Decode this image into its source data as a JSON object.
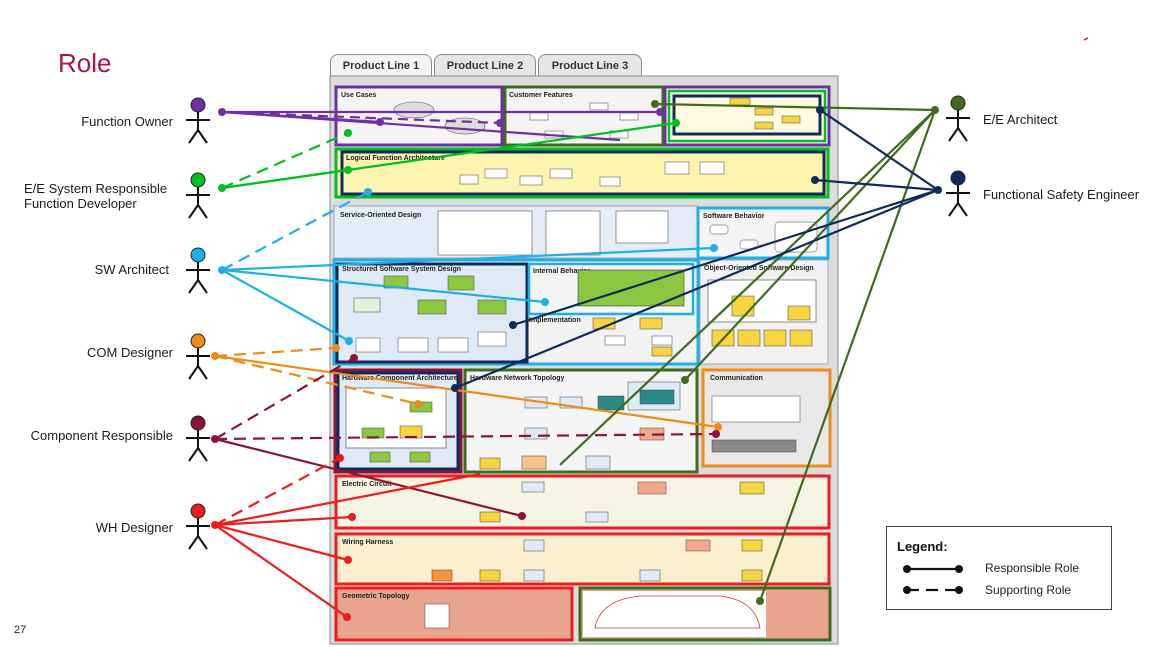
{
  "slide": {
    "title": "Role",
    "page_number": "27"
  },
  "tabs": [
    {
      "label": "Product Line 1",
      "active": true
    },
    {
      "label": "Product Line 2",
      "active": false
    },
    {
      "label": "Product Line 3",
      "active": false
    }
  ],
  "roles_left": [
    {
      "label": "Function Owner",
      "color": "#7030a0"
    },
    {
      "label": "E/E System Responsible\nFunction Developer",
      "color": "#00c020"
    },
    {
      "label": "SW Architect",
      "color": "#1eaee8"
    },
    {
      "label": "COM Designer",
      "color": "#f08a1a"
    },
    {
      "label": "Component Responsible",
      "color": "#8b1538"
    },
    {
      "label": "WH Designer",
      "color": "#ee1c1c"
    }
  ],
  "roles_right": [
    {
      "label": "E/E Architect",
      "color": "#3f6b1e"
    },
    {
      "label": "Functional Safety Engineer",
      "color": "#0f2b5b"
    }
  ],
  "views": {
    "use_cases": "Use Cases",
    "customer_features": "Customer Features",
    "logical_function_architecture": "Logical Function Architecture",
    "service_oriented_design": "Service-Oriented Design",
    "software_behavior": "Software Behavior",
    "structured_software_system_design": "Structured Software System Design",
    "internal_behavior": "Internal Behavior",
    "implementation": "Implementation",
    "object_oriented_software_design": "Object-Oriented Software Design",
    "hardware_component_architecture": "Hardware Component Architecture",
    "hardware_network_topology": "Hardware Network Topology",
    "communication": "Communication",
    "electric_circuit": "Electric Circuit",
    "wiring_harness": "Wiring Harness",
    "geometric_topology": "Geometric Topology"
  },
  "legend": {
    "title": "Legend:",
    "responsible": "Responsible Role",
    "supporting": "Supporting Role"
  },
  "colors": {
    "title": "#b0163c",
    "function_owner": "#7030a0",
    "ee_system": "#00c020",
    "sw_architect": "#1eaee8",
    "com_designer": "#f08a1a",
    "component_responsible": "#8b1538",
    "wh_designer": "#ee1c1c",
    "ee_architect": "#3f6b1e",
    "safety_engineer": "#0f2b5b"
  }
}
